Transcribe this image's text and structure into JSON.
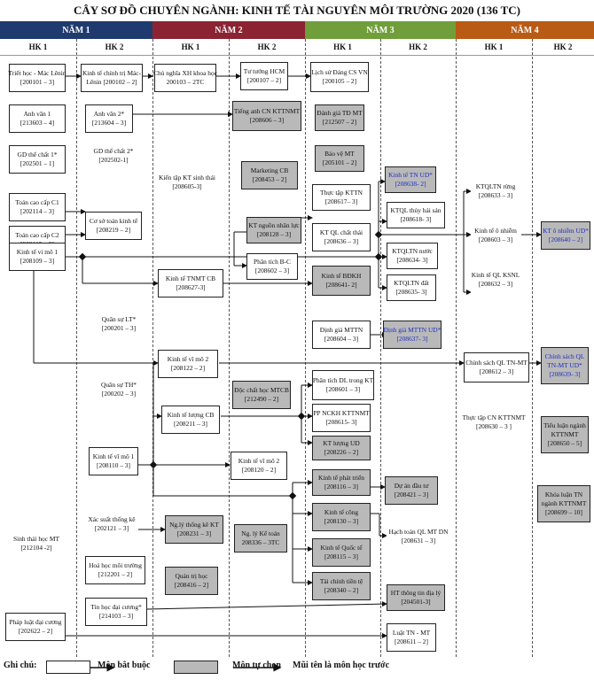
{
  "title": "CÂY SƠ ĐỒ CHUYÊN NGÀNH: KINH TẾ TÀI NGUYÊN MÔI TRƯỜNG 2020 (136 TC)",
  "colors": {
    "year1": "#1f3a6e",
    "year2": "#8b2332",
    "year3": "#6f9e3a",
    "year4": "#b95a15",
    "elective": "#b9b9b9",
    "highlight_text": "#1f2fc1"
  },
  "years": [
    "NĂM 1",
    "NĂM 2",
    "NĂM 3",
    "NĂM 4"
  ],
  "semesters": [
    "HK 1",
    "HK 2",
    "HK 1",
    "HK 2",
    "HK 1",
    "HK 2",
    "HK 1",
    "HK 2"
  ],
  "courses": {
    "triet_hoc": [
      "Triết học - Mác Lênin",
      "[200101 – 3]"
    ],
    "kt_chinh_tri": [
      "Kinh tế chính trị Mác-",
      "Lênin [200102 – 2]"
    ],
    "cnxh": [
      "Chủ nghĩa XH khoa học",
      "200103 – 2TC"
    ],
    "tu_tuong_hcm": [
      "Tư tưởng HCM",
      "[200107 – 2]"
    ],
    "lich_su_dang": [
      "Lịch sử Đảng CS VN",
      "[200105 – 2]"
    ],
    "anh_van_1": [
      "Anh văn 1",
      "[213603 – 4]"
    ],
    "anh_van_2": [
      "Anh văn 2*",
      "[213604 – 3]"
    ],
    "tieng_anh_cn": [
      "Tiếng anh CN KTTNMT",
      "[208606 – 3]"
    ],
    "danh_gia_td": [
      "Đánh giá TĐ MT",
      "[212507 – 2]"
    ],
    "gdtc_1": [
      "GD thể chất 1*",
      "[202501 – 1]"
    ],
    "gdtc_2": [
      "GD thể chất 2*",
      "[202502-1]"
    ],
    "bao_ve_mt": [
      "Bảo vệ MT",
      "[205101 – 2]"
    ],
    "kien_tap": [
      "Kiến tập KT sinh thái",
      "[208605-3]"
    ],
    "marketing": [
      "Marketing CB",
      "[208453 – 2]"
    ],
    "kt_tn_ud": [
      "Kinh tế TN UD*",
      "[208638- 2]"
    ],
    "thuc_tap_kttn": [
      "Thực tập KTTN",
      "[208617– 3]"
    ],
    "ktql_thuy_san": [
      "KTQL thủy hải sản",
      "[208618- 3]"
    ],
    "ktqltn_rung": [
      "KTQLTN rừng",
      "[208633 – 3]"
    ],
    "toan_c1": [
      "Toán cao cấp C1",
      "[202114 – 3]"
    ],
    "toan_c2": [
      "Toán cao cấp C2",
      "[202115 – 3]"
    ],
    "co_so_tk": [
      "Cơ sở toán kinh tế",
      "[208219 – 2]"
    ],
    "kt_nguon_nl": [
      "KT nguồn nhân lực",
      "[208128 – 3]"
    ],
    "kt_ql_chat_thai": [
      "KT QL chất thải",
      "[208636 – 3]"
    ],
    "kt_o_nhiem": [
      "Kinh tế ô nhiễm",
      "[208603 – 3]"
    ],
    "kt_o_nhiem_ud": [
      "KT ô nhiễm UD*",
      "[208640 – 2]"
    ],
    "kt_vi_mo_1": [
      "Kinh tế vi mô 1",
      "[208109 – 3]"
    ],
    "phan_tich_bc": [
      "Phân tích B-C",
      "[208602 – 3]"
    ],
    "kt_bdkh": [
      "Kinh tế BĐKH",
      "[208641- 2]"
    ],
    "ktqltn_nuoc": [
      "KTQLTN nước",
      "[208634- 3]"
    ],
    "kt_tnmt_cb": [
      "Kinh tế TNMT CB",
      "[208627-3]"
    ],
    "ktqltn_dat": [
      "KTQLTN đất",
      "[208635- 3]"
    ],
    "kt_ql_ksnl": [
      "Kinh tế QL KSNL",
      "[208632 – 3]"
    ],
    "qs_lt": [
      "Quân sự LT*",
      "[200201 – 3]"
    ],
    "dinh_gia_mttn": [
      "Định giá MTTN",
      "[208604 – 3]"
    ],
    "dinh_gia_mttn_ud": [
      "Định giá MTTN UD*",
      "[208637- 3]"
    ],
    "kt_vi_mo_2": [
      "Kinh tế vĩ mô 2",
      "[208122 – 2]"
    ],
    "chinh_sach": [
      "Chính sách QL TN-MT",
      "[208612 – 3]"
    ],
    "chinh_sach_ud": [
      "Chính sách QL",
      "TN-MT UD*",
      "[208639- 3]"
    ],
    "qs_th": [
      "Quân sự TH*",
      "[200202 – 3]"
    ],
    "doc_chat_hoc": [
      "Độc chất học MTCB",
      "[212490 – 2]"
    ],
    "pt_dl": [
      "Phân tích DL trong KT",
      "[208601 – 3]"
    ],
    "kt_luong_cb": [
      "Kinh tế lượng CB",
      "[208211 – 3]"
    ],
    "pp_nckh": [
      "PP NCKH KTTNMT",
      "[208615- 3]"
    ],
    "thuc_tap_cn": [
      "Thực tập CN KTTNMT",
      "[208630 – 3 ]"
    ],
    "kt_luong_ud": [
      "KT lượng UD",
      "[208226 – 2]"
    ],
    "tieu_luan": [
      "Tiểu luận ngành",
      "KTTNMT",
      "[208650 – 5]"
    ],
    "kt_vi_mo_1b": [
      "Kinh tế vĩ mô 1",
      "[208110 – 3]"
    ],
    "kt_vi_mo_2b": [
      "Kinh tế vĩ mô 2",
      "[208120 – 2]"
    ],
    "kt_phat_trien": [
      "Kinh tế phát triển",
      "[208116 – 3]"
    ],
    "du_an_dau_tu": [
      "Dự án đầu tư",
      "[208421 – 3]"
    ],
    "khoa_luan": [
      "Khóa luận TN",
      "ngành KTTNMT",
      "[208699 – 10]"
    ],
    "kt_cong": [
      "Kinh tế công",
      "[208130 – 3]"
    ],
    "xac_suat": [
      "Xác suất thống kê",
      "[202121 – 3]"
    ],
    "ng_ly_tk": [
      "Ng.lý thống kê KT",
      "[208231 – 3]"
    ],
    "ng_ly_ke_toan": [
      "Ng. lý Kế toán",
      "208336 – 3TC"
    ],
    "hach_toan": [
      "Hạch toán QL MT DN",
      "[208631 – 3]"
    ],
    "sinh_thai": [
      "Sinh thái học MT",
      "[212104 -2]"
    ],
    "kt_quoc_te": [
      "Kinh tế Quốc tế",
      "[208115 – 3]"
    ],
    "hoa_hoc": [
      "Hoá học môi trường",
      "[212201 – 2]"
    ],
    "quan_tri": [
      "Quản trị học",
      "[208416 – 2]"
    ],
    "tai_chinh": [
      "Tài chính tiền tệ",
      "[208340 – 2]"
    ],
    "tin_hoc": [
      "Tin học đại cương*",
      "[214103 – 3]"
    ],
    "ht_thong_tin": [
      "HT thông tin địa lý",
      "[204501-3]"
    ],
    "phap_luat": [
      "Pháp luật đại cương",
      "[202622 – 2]"
    ],
    "luat_tn": [
      "Luật TN - MT",
      "[208611 – 2]"
    ]
  },
  "legend": {
    "label": "Ghi chú:",
    "mandatory": "Môn bắt buộc",
    "elective": "Môn tự chọn",
    "arrow": "Mũi tên là môn học trước"
  }
}
